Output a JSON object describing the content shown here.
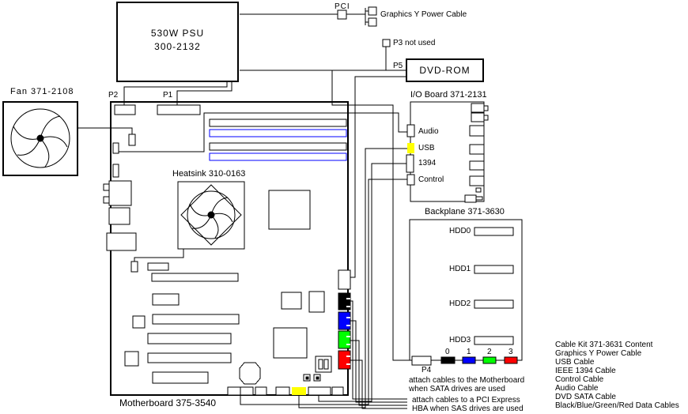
{
  "psu": {
    "line1": "530W PSU",
    "line2": "300-2132",
    "pci": "PCI",
    "p2": "P2",
    "p1": "P1",
    "p3_note": "P3 not used",
    "p5": "P5"
  },
  "graphics_cable_label": "Graphics Y Power Cable",
  "fan": {
    "label": "Fan 371-2108"
  },
  "heatsink": {
    "label": "Heatsink 310-0163"
  },
  "motherboard": {
    "label": "Motherboard 375-3540"
  },
  "dvd": {
    "label": "DVD-ROM"
  },
  "io_board": {
    "label": "I/O Board 371-2131",
    "ports": [
      "Audio",
      "USB",
      "1394",
      "Control"
    ]
  },
  "backplane": {
    "label": "Backplane 371-3630",
    "drives": [
      "HDD0",
      "HDD1",
      "HDD2",
      "HDD3"
    ],
    "ports": [
      "0",
      "1",
      "2",
      "3"
    ],
    "p4": "P4"
  },
  "notes": {
    "sata_line1": "attach cables to the Motherboard",
    "sata_line2": "when SATA drives are used",
    "sas_line1": "attach cables to a PCI Express",
    "sas_line2": "HBA when SAS drives are used"
  },
  "cable_kit": [
    "Cable Kit 371-3631 Content",
    "Graphics Y Power Cable",
    "USB Cable",
    "IEEE 1394 Cable",
    "Control Cable",
    "Audio Cable",
    "DVD SATA Cable",
    "Black/Blue/Green/Red Data Cables"
  ],
  "colors": {
    "data0_black": "#000000",
    "data1_blue": "#0000ff",
    "data2_green": "#00ff00",
    "data3_red": "#ff0000",
    "usb_yellow": "#ffff00"
  }
}
